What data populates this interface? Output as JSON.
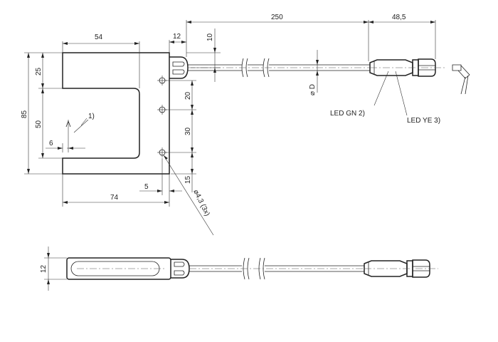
{
  "top_view": {
    "dimensions": {
      "width_54": "54",
      "head_12": "12",
      "cable_10": "10",
      "cable_length_250": "250",
      "connector_48_5": "48,5",
      "height_85": "85",
      "upper_25": "25",
      "slot_50": "50",
      "axis_6": "6",
      "pitch_20": "20",
      "pitch_30": "30",
      "bottom_15": "15",
      "edge_5": "5",
      "overall_74": "74",
      "cable_diameter": "⌀ D",
      "hole_diameter": "⌀4,3 (3x)"
    },
    "labels": {
      "note_1": "1)",
      "led_green": "LED GN 2)",
      "led_yellow": "LED YE 3)"
    }
  },
  "side_view": {
    "dimensions": {
      "thickness_12": "12"
    }
  }
}
